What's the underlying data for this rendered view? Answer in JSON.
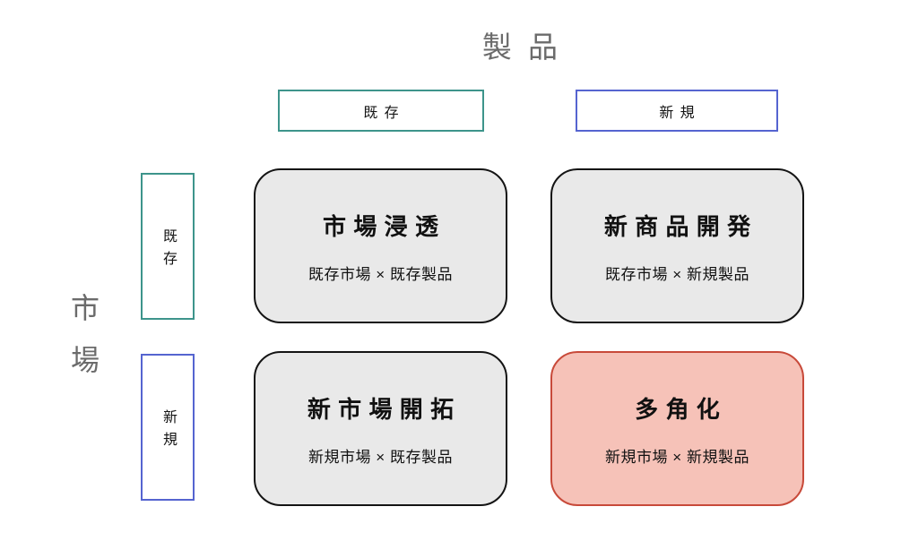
{
  "matrix": {
    "product_axis_label": "製品",
    "market_axis_label": "市場",
    "column_headers": [
      {
        "label": "既存",
        "border_color": "#3d948b"
      },
      {
        "label": "新規",
        "border_color": "#5564d0"
      }
    ],
    "row_headers": [
      {
        "label": "既存",
        "border_color": "#3d948b"
      },
      {
        "label": "新規",
        "border_color": "#5564d0"
      }
    ],
    "cells": [
      {
        "title": "市場浸透",
        "subtitle": "既存市場 × 既存製品",
        "fill_color": "#e9e9e9",
        "border_color": "#141414"
      },
      {
        "title": "新商品開発",
        "subtitle": "既存市場 × 新規製品",
        "fill_color": "#e9e9e9",
        "border_color": "#141414"
      },
      {
        "title": "新市場開拓",
        "subtitle": "新規市場 × 既存製品",
        "fill_color": "#e9e9e9",
        "border_color": "#141414"
      },
      {
        "title": "多角化",
        "subtitle": "新規市場 × 新規製品",
        "fill_color": "#f6c2b8",
        "border_color": "#c84a3a"
      }
    ]
  }
}
